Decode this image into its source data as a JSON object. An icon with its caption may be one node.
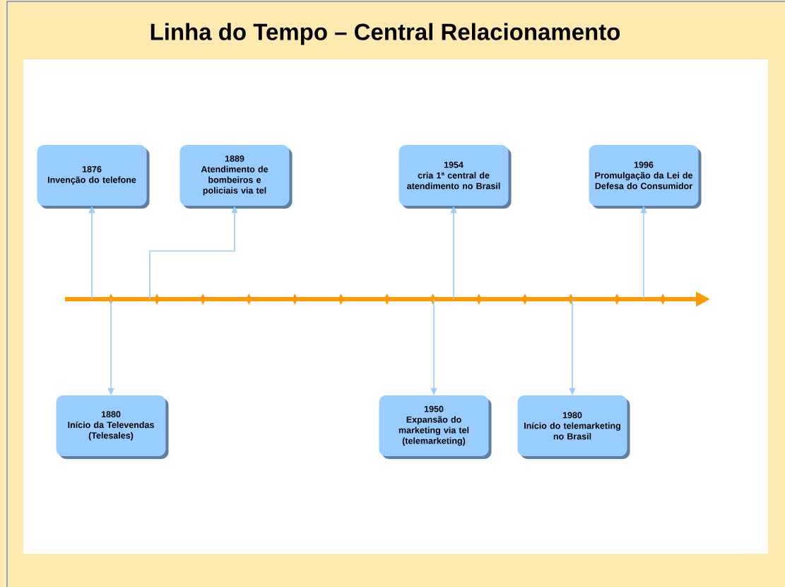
{
  "diagram": {
    "title": "Linha do Tempo – Central Relacionamento",
    "nodes": [
      {
        "text": [
          "1876",
          "Invenção do telefone"
        ]
      },
      {
        "text": [
          "1880",
          "Início da Televendas (Telesales)"
        ]
      },
      {
        "text": [
          "1889",
          "Atendimento de bombeiros e policiais via tel"
        ]
      },
      {
        "text": [
          "1950",
          "Expansão do marketing via tel (telemarketing)"
        ]
      },
      {
        "text": [
          "1954",
          "cria 1ª central de atendimento no Brasil"
        ]
      },
      {
        "text": [
          "1980",
          "Início do telemarketing no Brasil"
        ]
      },
      {
        "text": [
          "1996",
          "Promulgação da Lei de Defesa do Consumidor"
        ]
      }
    ],
    "edges": [
      {
        "from": null,
        "to": 0,
        "arrow": "to"
      },
      {
        "from": null,
        "to": 1,
        "arrow": "to"
      },
      {
        "from": null,
        "to": 2,
        "arrow": "to"
      },
      {
        "from": null,
        "to": 3,
        "arrow": "to"
      },
      {
        "from": null,
        "to": 4,
        "arrow": "to"
      },
      {
        "from": null,
        "to": 5,
        "arrow": "to"
      },
      {
        "from": null,
        "to": 6,
        "arrow": "to"
      }
    ]
  }
}
